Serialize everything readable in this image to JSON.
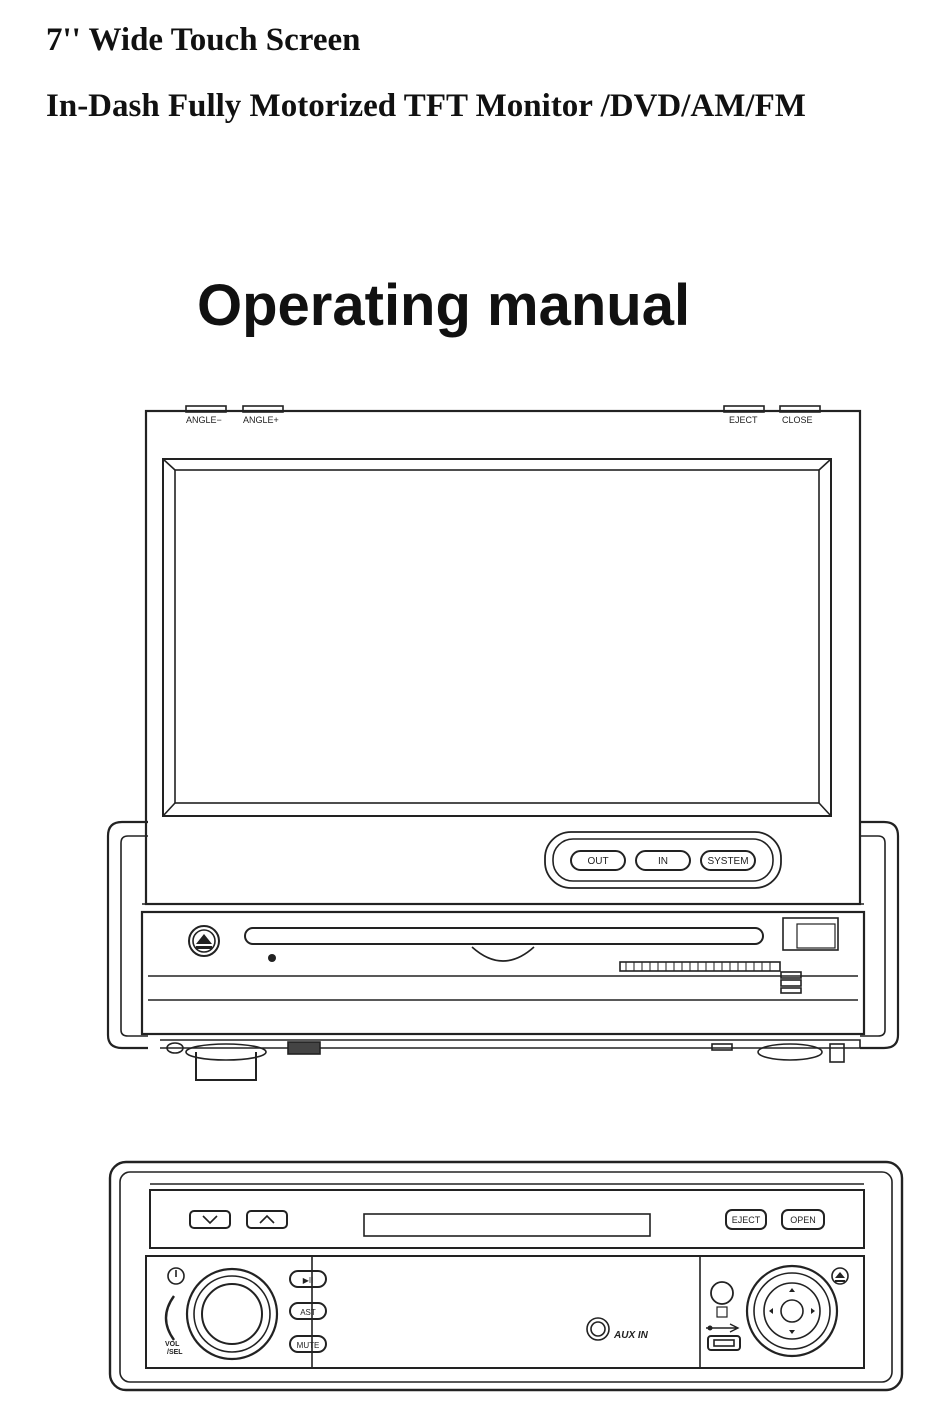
{
  "header": {
    "line1": "7'' Wide Touch Screen",
    "line2": "In-Dash Fully Motorized TFT Monitor /DVD/AM/FM",
    "title": "Operating manual"
  },
  "unit_top": {
    "labels": {
      "angle_minus": "ANGLE−",
      "angle_plus": "ANGLE+",
      "eject": "EJECT",
      "close": "CLOSE"
    },
    "buttons": {
      "out": "OUT",
      "in": "IN",
      "system": "SYSTEM"
    }
  },
  "unit_front": {
    "buttons": {
      "eject": "EJECT",
      "open": "OPEN",
      "play_pause": "▶II",
      "ast": "AST",
      "mute": "MUTE"
    },
    "labels": {
      "vol_line1": "VOL",
      "vol_line2": "/SEL",
      "aux_in": "AUX IN"
    }
  }
}
